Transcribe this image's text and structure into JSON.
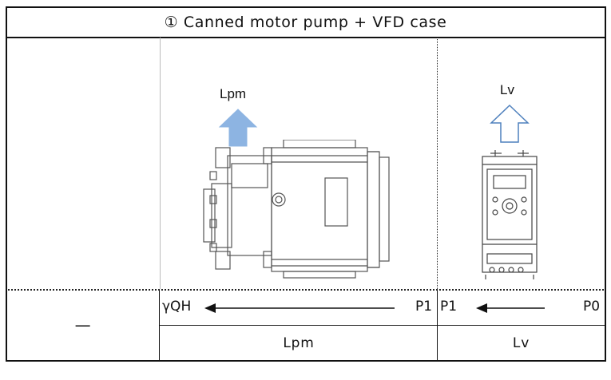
{
  "table": {
    "title": "① Canned motor pump + VFD case",
    "left_dash": "—",
    "flow_left": {
      "start_label": "γQH",
      "end_label": "P1"
    },
    "flow_right": {
      "start_label": "P1",
      "end_label": "P0"
    },
    "bottom_labels": {
      "pump": "Lpm",
      "vfd": "Lv"
    }
  },
  "figures": {
    "pump_loss_label": "Lpm",
    "vfd_loss_label": "Lv",
    "pump_arrow_color": "#8DB4E2",
    "vfd_arrow_color": "#4F81BD"
  }
}
